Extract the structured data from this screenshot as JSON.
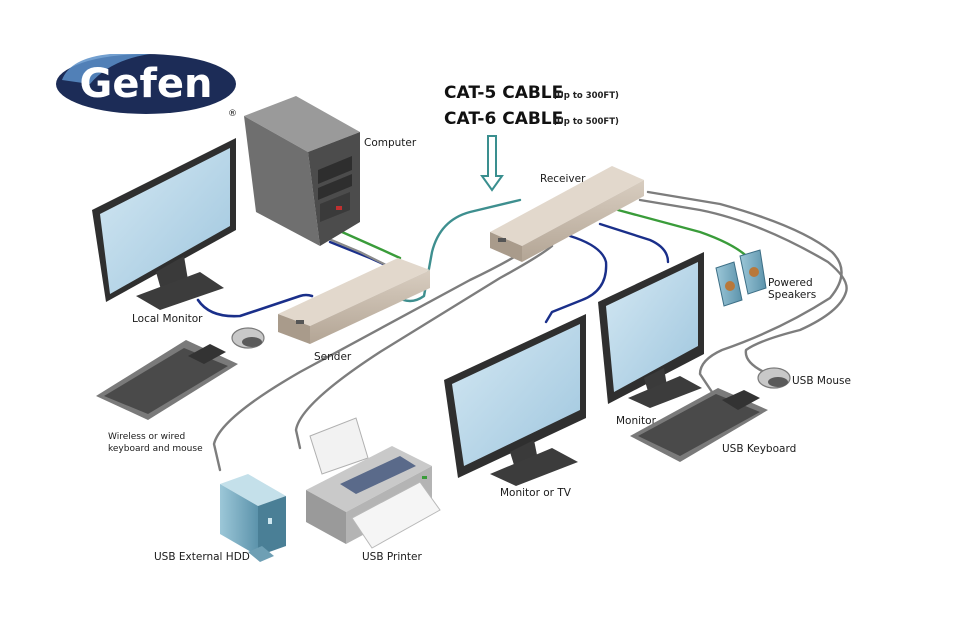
{
  "brand": {
    "logo_text": "Gefen",
    "registered": "®"
  },
  "cables": {
    "cat5": {
      "title": "CAT-5 CABLE",
      "note": "(Up to 300FT)"
    },
    "cat6": {
      "title": "CAT-6 CABLE",
      "note": "(Up to 500FT)"
    }
  },
  "labels": {
    "computer": "Computer",
    "receiver": "Receiver",
    "local_monitor": "Local Monitor",
    "sender": "Sender",
    "powered_speakers_line1": "Powered",
    "powered_speakers_line2": "Speakers",
    "usb_mouse": "USB Mouse",
    "wireless_kb_line1": "Wireless or wired",
    "wireless_kb_line2": "keyboard and mouse",
    "monitor": "Monitor",
    "usb_keyboard": "USB Keyboard",
    "monitor_or_tv": "Monitor or TV",
    "usb_hdd": "USB External HDD",
    "usb_printer": "USB Printer"
  },
  "colors": {
    "logo_oval": "#1c2c57",
    "logo_accent": "#5a8fc8",
    "device_tan": "#c8bcae",
    "cable_gray": "#7d7d7d",
    "cable_blue": "#1a2f8a",
    "cable_green": "#3a9c3a",
    "cable_teal": "#3e8f8f",
    "screen_blue": "#b7d7ea",
    "arrow": "#3a8f8f"
  }
}
